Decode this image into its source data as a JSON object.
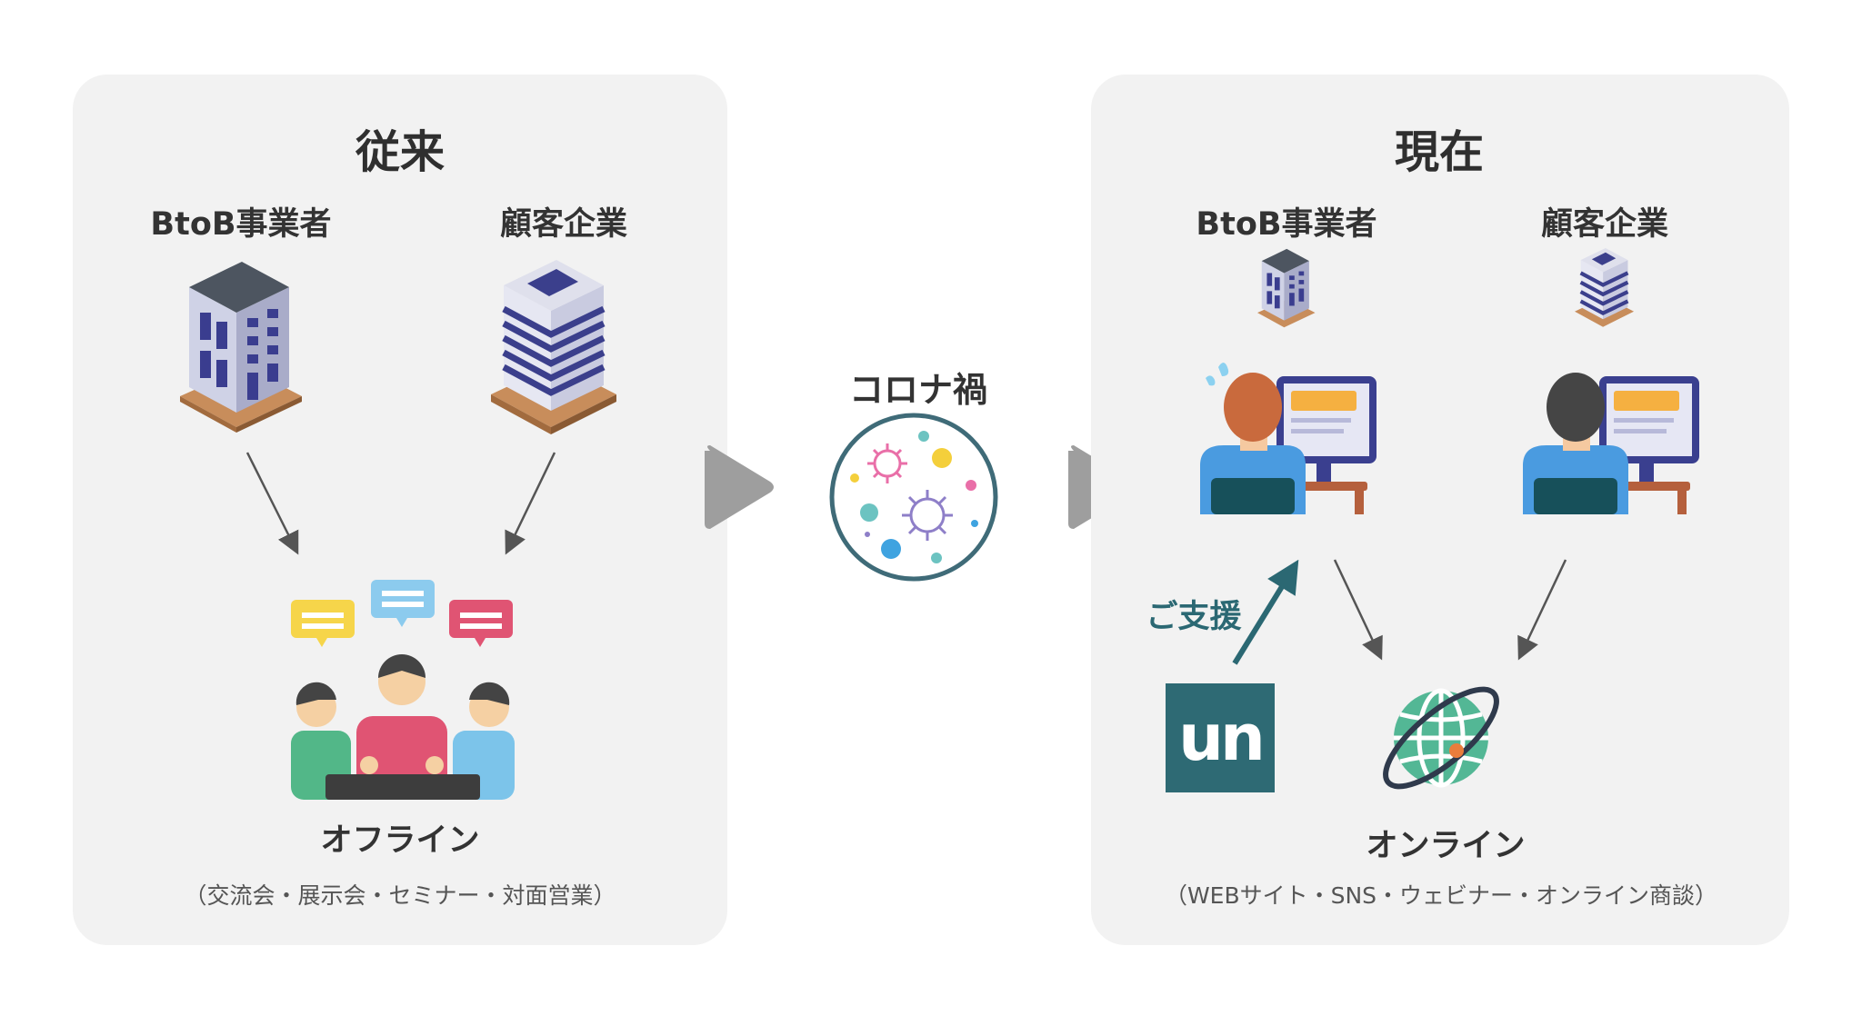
{
  "before": {
    "title": "従来",
    "vendor_label": "BtoB事業者",
    "client_label": "顧客企業",
    "mode_label": "オフライン",
    "mode_detail": "（交流会・展示会・セミナー・対面営業）"
  },
  "middle": {
    "label": "コロナ禍"
  },
  "after": {
    "title": "現在",
    "vendor_label": "BtoB事業者",
    "client_label": "顧客企業",
    "support_label": "ご支援",
    "logo_text": "un",
    "mode_label": "オンライン",
    "mode_detail": "（WEBサイト・SNS・ウェビナー・オンライン商談）"
  },
  "colors": {
    "panel_bg": "#f2f2f2",
    "arrow_gray": "#9e9e9e",
    "accent_teal": "#2b6873",
    "logo_bg": "#2e6a74"
  },
  "icons": {
    "vendor_building": "office-building-icon",
    "client_building": "striped-building-icon",
    "meeting": "meeting-people-icon",
    "virus": "virus-icon",
    "worker": "computer-worker-icon",
    "globe": "globe-icon"
  }
}
